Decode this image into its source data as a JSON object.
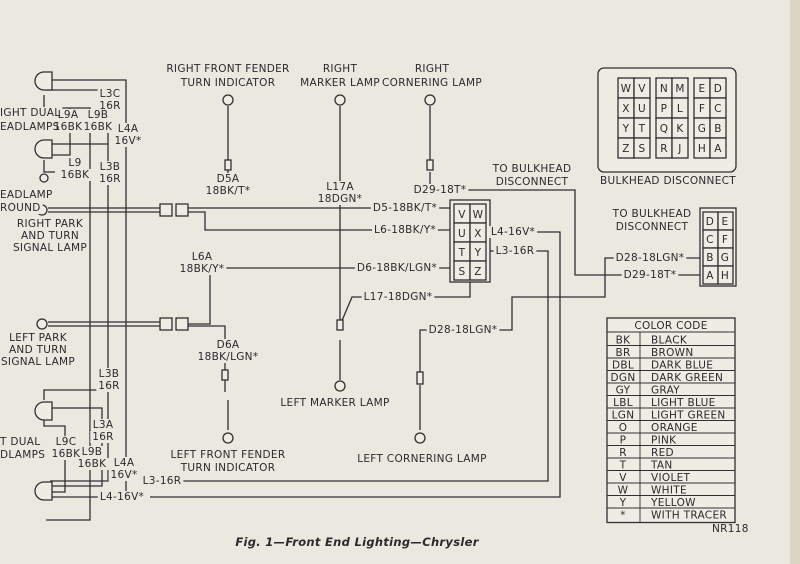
{
  "caption": "Fig. 1—Front End Lighting—Chrysler",
  "figure_code": "NR118",
  "components": {
    "right_front_fender": [
      "RIGHT FRONT FENDER",
      "TURN INDICATOR"
    ],
    "right_marker": [
      "RIGHT",
      "MARKER LAMP"
    ],
    "right_cornering": [
      "RIGHT",
      "CORNERING LAMP"
    ],
    "to_bulkhead_1": [
      "TO BULKHEAD",
      "DISCONNECT"
    ],
    "to_bulkhead_2": [
      "TO BULKHEAD",
      "DISCONNECT"
    ],
    "bulkhead_disconnect": "BULKHEAD DISCONNECT",
    "right_dual_headlamps": [
      "IGHT DUAL",
      "EADLAMPS"
    ],
    "headlamp_ground": [
      "EADLAMP",
      "ROUND"
    ],
    "right_park": [
      "RIGHT PARK",
      "AND TURN",
      "SIGNAL LAMP"
    ],
    "left_park": [
      "LEFT PARK",
      "AND TURN",
      "SIGNAL LAMP"
    ],
    "left_dual_headlamps": [
      "T DUAL",
      "DLAMPS"
    ],
    "left_front_fender": [
      "LEFT FRONT FENDER",
      "TURN INDICATOR"
    ],
    "left_marker": "LEFT MARKER LAMP",
    "left_cornering": "LEFT CORNERING LAMP"
  },
  "wire_labels": {
    "L3C": [
      "L3C",
      "16R"
    ],
    "L9A": [
      "L9A",
      "16BK"
    ],
    "L9B_top": [
      "L9B",
      "16BK"
    ],
    "L4A_top": [
      "L4A",
      "16V*"
    ],
    "L9": [
      "L9",
      "16BK"
    ],
    "L3B_top": [
      "L3B",
      "16R"
    ],
    "L3B_bot": [
      "L3B",
      "16R"
    ],
    "L3A": [
      "L3A",
      "16R"
    ],
    "L9C": [
      "L9C",
      "16BK"
    ],
    "L9B_bot": [
      "L9B",
      "16BK"
    ],
    "L4A_bot": [
      "L4A",
      "16V*"
    ],
    "L3_16R_bot": "L3-16R",
    "L4_16V_bot": "L4-16V*",
    "D5A": [
      "D5A",
      "18BK/T*"
    ],
    "L17A": [
      "L17A",
      "18DGN*"
    ],
    "L6A": [
      "L6A",
      "18BK/Y*"
    ],
    "D6A": [
      "D6A",
      "18BK/LGN*"
    ],
    "D29": "D29-18T*",
    "D5": "D5-18BK/T*",
    "L6": "L6-18BK/Y*",
    "D6": "D6-18BK/LGN*",
    "L17": "L17-18DGN*",
    "L4": "L4-16V*",
    "L3": "L3-16R",
    "D28": "D28-18LGN*",
    "D28_right": "D28-18LGN*",
    "D29_right": "D29-18T*"
  },
  "center_connector": [
    [
      "V",
      "W"
    ],
    [
      "U",
      "X"
    ],
    [
      "T",
      "Y"
    ],
    [
      "S",
      "Z"
    ]
  ],
  "small_connector": [
    [
      "D",
      "E"
    ],
    [
      "C",
      "F"
    ],
    [
      "B",
      "G"
    ],
    [
      "A",
      "H"
    ]
  ],
  "bulkhead_grid": [
    [
      [
        "W",
        "V"
      ],
      [
        "X",
        "U"
      ],
      [
        "Y",
        "T"
      ],
      [
        "Z",
        "S"
      ]
    ],
    [
      [
        "N",
        "M"
      ],
      [
        "P",
        "L"
      ],
      [
        "Q",
        "K"
      ],
      [
        "R",
        "J"
      ]
    ],
    [
      [
        "E",
        "D"
      ],
      [
        "F",
        "C"
      ],
      [
        "G",
        "B"
      ],
      [
        "H",
        "A"
      ]
    ]
  ],
  "color_code": {
    "title": "COLOR CODE",
    "rows": [
      [
        "BK",
        "BLACK"
      ],
      [
        "BR",
        "BROWN"
      ],
      [
        "DBL",
        "DARK BLUE"
      ],
      [
        "DGN",
        "DARK GREEN"
      ],
      [
        "GY",
        "GRAY"
      ],
      [
        "LBL",
        "LIGHT BLUE"
      ],
      [
        "LGN",
        "LIGHT GREEN"
      ],
      [
        "O",
        "ORANGE"
      ],
      [
        "P",
        "PINK"
      ],
      [
        "R",
        "RED"
      ],
      [
        "T",
        "TAN"
      ],
      [
        "V",
        "VIOLET"
      ],
      [
        "W",
        "WHITE"
      ],
      [
        "Y",
        "YELLOW"
      ],
      [
        "*",
        "WITH TRACER"
      ]
    ]
  }
}
